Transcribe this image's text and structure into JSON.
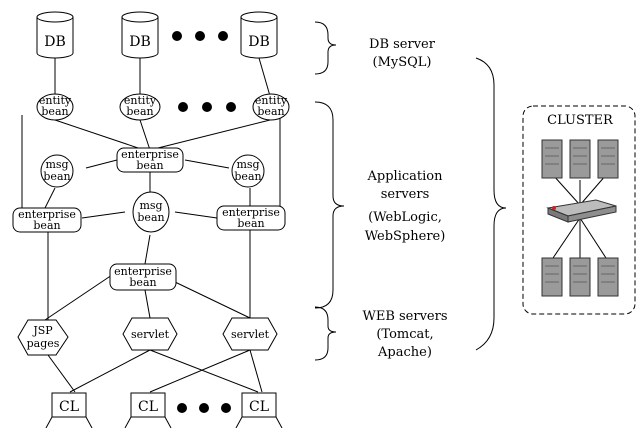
{
  "databases": [
    {
      "label": "DB"
    },
    {
      "label": "DB"
    },
    {
      "label": "DB"
    }
  ],
  "entity_beans": [
    {
      "line1": "entity",
      "line2": "bean"
    },
    {
      "line1": "entity",
      "line2": "bean"
    },
    {
      "line1": "entity",
      "line2": "bean"
    }
  ],
  "msg_beans": [
    {
      "line1": "msg",
      "line2": "bean"
    },
    {
      "line1": "msg",
      "line2": "bean"
    },
    {
      "line1": "msg",
      "line2": "bean"
    }
  ],
  "enterprise_beans": [
    {
      "line1": "enterprise",
      "line2": "bean"
    },
    {
      "line1": "enterprise",
      "line2": "bean"
    },
    {
      "line1": "enterprise",
      "line2": "bean"
    },
    {
      "line1": "enterprise",
      "line2": "bean"
    }
  ],
  "web_nodes": [
    {
      "line1": "JSP",
      "line2": "pages"
    },
    {
      "line1": "servlet",
      "line2": ""
    },
    {
      "line1": "servlet",
      "line2": ""
    }
  ],
  "clients": [
    {
      "label": "CL"
    },
    {
      "label": "CL"
    },
    {
      "label": "CL"
    }
  ],
  "tiers": {
    "db": {
      "line1": "DB server",
      "line2": "(MySQL)"
    },
    "app": {
      "line1": "Application",
      "line2": "servers",
      "line3": "(WebLogic,",
      "line4": "WebSphere)"
    },
    "web": {
      "line1": "WEB servers",
      "line2": "(Tomcat,",
      "line3": "Apache)"
    }
  },
  "cluster": {
    "title": "CLUSTER"
  },
  "colors": {
    "line": "#000000",
    "server_gray": "#9a9a9a",
    "router_red": "#cc2222"
  }
}
